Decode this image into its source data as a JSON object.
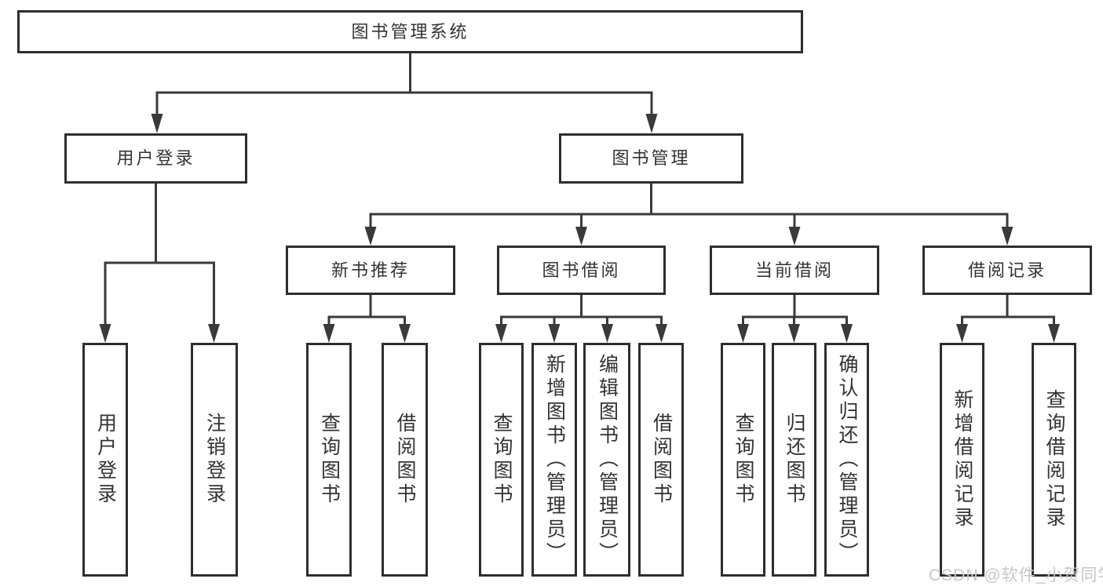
{
  "diagram_title": "图书管理系统",
  "tree": {
    "root": {
      "label": "图书管理系统",
      "children": [
        {
          "label": "用户登录",
          "children": [
            {
              "label": "用户登录"
            },
            {
              "label": "注销登录"
            }
          ]
        },
        {
          "label": "图书管理",
          "children": [
            {
              "label": "新书推荐",
              "children": [
                {
                  "label": "查询图书"
                },
                {
                  "label": "借阅图书"
                }
              ]
            },
            {
              "label": "图书借阅",
              "children": [
                {
                  "label": "查询图书"
                },
                {
                  "label": "新增图书（管理员）"
                },
                {
                  "label": "编辑图书（管理员）"
                },
                {
                  "label": "借阅图书"
                }
              ]
            },
            {
              "label": "当前借阅",
              "children": [
                {
                  "label": "查询图书"
                },
                {
                  "label": "归还图书"
                },
                {
                  "label": "确认归还（管理员）"
                }
              ]
            },
            {
              "label": "借阅记录",
              "children": [
                {
                  "label": "新增借阅记录"
                },
                {
                  "label": "查询借阅记录"
                }
              ]
            }
          ]
        }
      ]
    }
  },
  "watermark": {
    "text": "CSDN @软件_小贺同学"
  },
  "colors": {
    "box_border": "#2e2e2e",
    "connector": "#3a3a3a",
    "text": "#333333",
    "watermark": "#c8c8c8",
    "background": "#ffffff"
  }
}
